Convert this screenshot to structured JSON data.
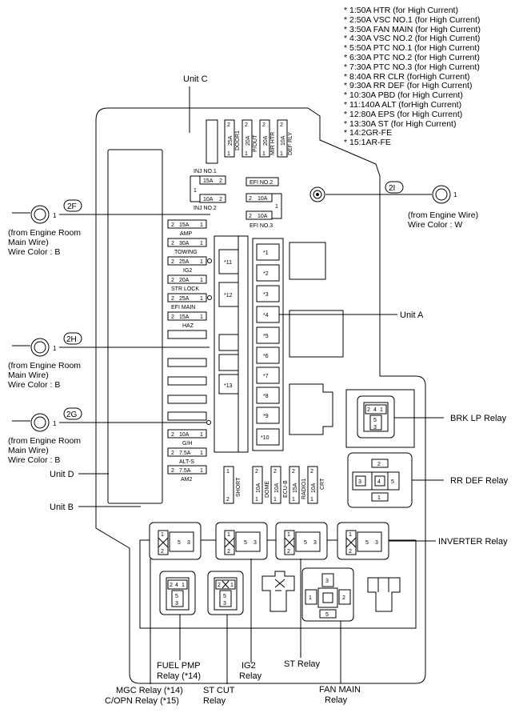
{
  "notes": [
    "* 1:50A HTR (for High Current)",
    "* 2:50A VSC NO.1 (for High Current)",
    "* 3:50A FAN MAIN (for High Current)",
    "* 4:30A VSC NO.2 (for High Current)",
    "* 5:50A PTC NO.1 (for High Current)",
    "* 6:30A PTC NO.2 (for High Current)",
    "* 7:30A PTC NO.3 (for High Current)",
    "* 8:40A RR CLR (forHigh Current)",
    "* 9:30A RR DEF (for High Current)",
    "* 10:30A PBD (for High Current)",
    "* 11:140A ALT (forHigh Current)",
    "* 12:80A EPS (for High Current)",
    "* 13:30A ST (for High Current)",
    "* 14:2GR-FE",
    "* 15:1AR-FE"
  ],
  "units": {
    "c": "Unit C",
    "a": "Unit A",
    "d": "Unit D",
    "b": "Unit B"
  },
  "connectors": {
    "c2f": {
      "id": "2F",
      "pin": "1",
      "desc": [
        "(from Engine Room",
        "Main Wire)",
        "Wire Color : B"
      ]
    },
    "c2h": {
      "id": "2H",
      "pin": "1",
      "desc": [
        "(from Engine Room",
        "Main Wire)",
        "Wire Color : B"
      ]
    },
    "c2g": {
      "id": "2G",
      "pin": "1",
      "desc": [
        "(from Engine Room",
        "Main Wire)",
        "Wire Color : B"
      ]
    },
    "c2i": {
      "id": "2I",
      "pin": "1",
      "desc": [
        "(from Engine Wire)",
        "Wire Color : W"
      ]
    }
  },
  "top_fuses": [
    {
      "rating": "25A",
      "name": "DOOR1"
    },
    {
      "rating": "20A",
      "name": "P/OUT"
    },
    {
      "rating": "20A",
      "name": "MIR HTR"
    },
    {
      "rating": "10A",
      "name": "DEF RLY"
    }
  ],
  "inj": {
    "title1": "INJ NO.1",
    "title2": "INJ NO.2",
    "r1": "15A",
    "r2": "10A",
    "p1": "1",
    "p2": "2"
  },
  "efi": {
    "title1": "EFI NO.2",
    "title2": "EFI NO.3",
    "r1": "10A",
    "r2": "10A",
    "p1": "1",
    "p2": "2"
  },
  "left_fuses": [
    {
      "rating": "15A",
      "name": "AMP"
    },
    {
      "rating": "30A",
      "name": "TOWING"
    },
    {
      "rating": "25A",
      "name": "IG2"
    },
    {
      "rating": "20A",
      "name": "STR LOCK"
    },
    {
      "rating": "25A",
      "name": "EFI MAIN"
    },
    {
      "rating": "15A",
      "name": "HAZ"
    }
  ],
  "low_fuses": [
    {
      "rating": "10A",
      "name": "G/H"
    },
    {
      "rating": "7.5A",
      "name": "ALT-S"
    },
    {
      "rating": "7.5A",
      "name": "AM2"
    }
  ],
  "bottom_fuses": [
    {
      "rating": "10A",
      "name": "DOME"
    },
    {
      "rating": "10A",
      "name": "ECU-B"
    },
    {
      "rating": "15A",
      "name": "RADIO1"
    },
    {
      "rating": "10A",
      "name": "CRT"
    }
  ],
  "short": "SHORT",
  "pin1": "1",
  "pin2": "2",
  "mid_fuses": [
    "*11",
    "*12",
    "*13"
  ],
  "unit_a_fuses": [
    "*1",
    "*2",
    "*3",
    "*4",
    "*5",
    "*6",
    "*7",
    "*8",
    "*9",
    "*10"
  ],
  "relays": {
    "brk_lp": "BRK LP Relay",
    "rr_def": "RR DEF Relay",
    "inverter": "INVERTER Relay",
    "fuel_pmp": [
      "FUEL PMP",
      "Relay (*14)"
    ],
    "ig2": [
      "IG2",
      "Relay"
    ],
    "st": "ST Relay",
    "mgc": [
      "MGC Relay (*14)",
      "C/OPN Relay (*15)"
    ],
    "st_cut": [
      "ST CUT",
      "Relay"
    ],
    "fan_main": [
      "FAN MAIN",
      "Relay"
    ]
  },
  "pins": {
    "p1": "1",
    "p2": "2",
    "p3": "3",
    "p4": "4",
    "p5": "5"
  }
}
